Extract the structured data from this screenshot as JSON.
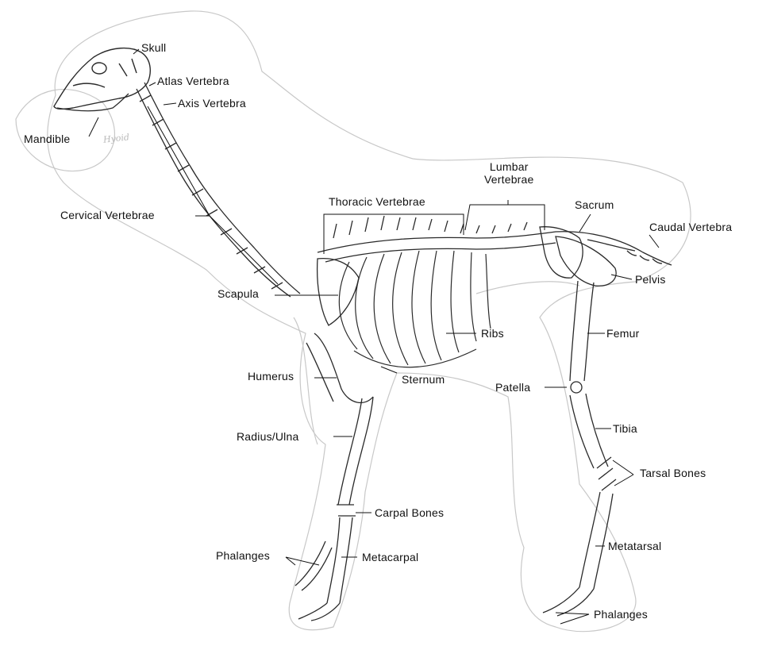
{
  "labels": {
    "skull": "Skull",
    "atlas_vertebra": "Atlas Vertebra",
    "axis_vertebra": "Axis Vertebra",
    "mandible": "Mandible",
    "hyoid": "Hyoid",
    "cervical_vertebrae": "Cervical Vertebrae",
    "thoracic_vertebrae": "Thoracic Vertebrae",
    "lumbar_vertebrae": "Lumbar\nVertebrae",
    "sacrum": "Sacrum",
    "caudal_vertebra": "Caudal Vertebra",
    "pelvis": "Pelvis",
    "scapula": "Scapula",
    "ribs": "Ribs",
    "femur": "Femur",
    "humerus": "Humerus",
    "sternum": "Sternum",
    "patella": "Patella",
    "radius_ulna": "Radius/Ulna",
    "tibia": "Tibia",
    "tarsal_bones": "Tarsal Bones",
    "carpal_bones": "Carpal Bones",
    "phalanges_front": "Phalanges",
    "metacarpal": "Metacarpal",
    "metatarsal": "Metatarsal",
    "phalanges_rear": "Phalanges"
  },
  "colors": {
    "ink": "#111111",
    "bone_line": "#2a2a2a",
    "outline": "#c8c8c8"
  }
}
